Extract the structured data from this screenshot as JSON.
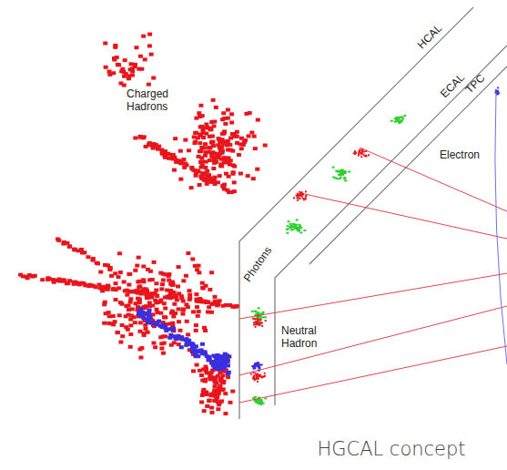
{
  "diagram": {
    "caption": "HGCAL concept",
    "labels": [
      "HCAL",
      "ECAL",
      "TPC",
      "Electron",
      "Charged Hadrons",
      "Photons",
      "Neutral Hadron"
    ]
  }
}
